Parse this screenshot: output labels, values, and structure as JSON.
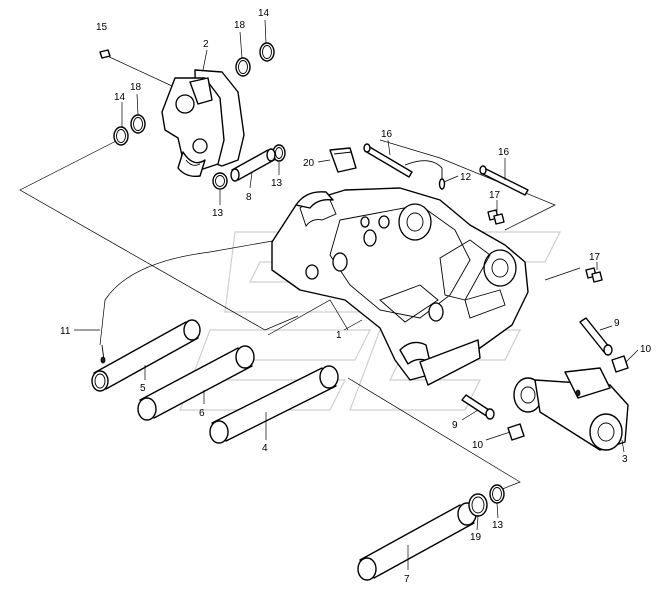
{
  "callouts": [
    {
      "id": "c15a",
      "text": "15"
    },
    {
      "id": "c18a",
      "text": "18"
    },
    {
      "id": "c14a",
      "text": "14"
    },
    {
      "id": "c2",
      "text": "2"
    },
    {
      "id": "c14b",
      "text": "14"
    },
    {
      "id": "c18b",
      "text": "18"
    },
    {
      "id": "c16a",
      "text": "16"
    },
    {
      "id": "c16b",
      "text": "16"
    },
    {
      "id": "c20",
      "text": "20"
    },
    {
      "id": "c12",
      "text": "12"
    },
    {
      "id": "c13a",
      "text": "13"
    },
    {
      "id": "c8",
      "text": "8"
    },
    {
      "id": "c13b",
      "text": "13"
    },
    {
      "id": "c17a",
      "text": "17"
    },
    {
      "id": "c17b",
      "text": "17"
    },
    {
      "id": "c11",
      "text": "11"
    },
    {
      "id": "c1",
      "text": "1"
    },
    {
      "id": "c5",
      "text": "5"
    },
    {
      "id": "c6",
      "text": "6"
    },
    {
      "id": "c4",
      "text": "4"
    },
    {
      "id": "c9a",
      "text": "9"
    },
    {
      "id": "c10a",
      "text": "10"
    },
    {
      "id": "c9b",
      "text": "9"
    },
    {
      "id": "c10b",
      "text": "10"
    },
    {
      "id": "c3",
      "text": "3"
    },
    {
      "id": "c19",
      "text": "19"
    },
    {
      "id": "c13c",
      "text": "13"
    },
    {
      "id": "c7",
      "text": "7"
    }
  ]
}
